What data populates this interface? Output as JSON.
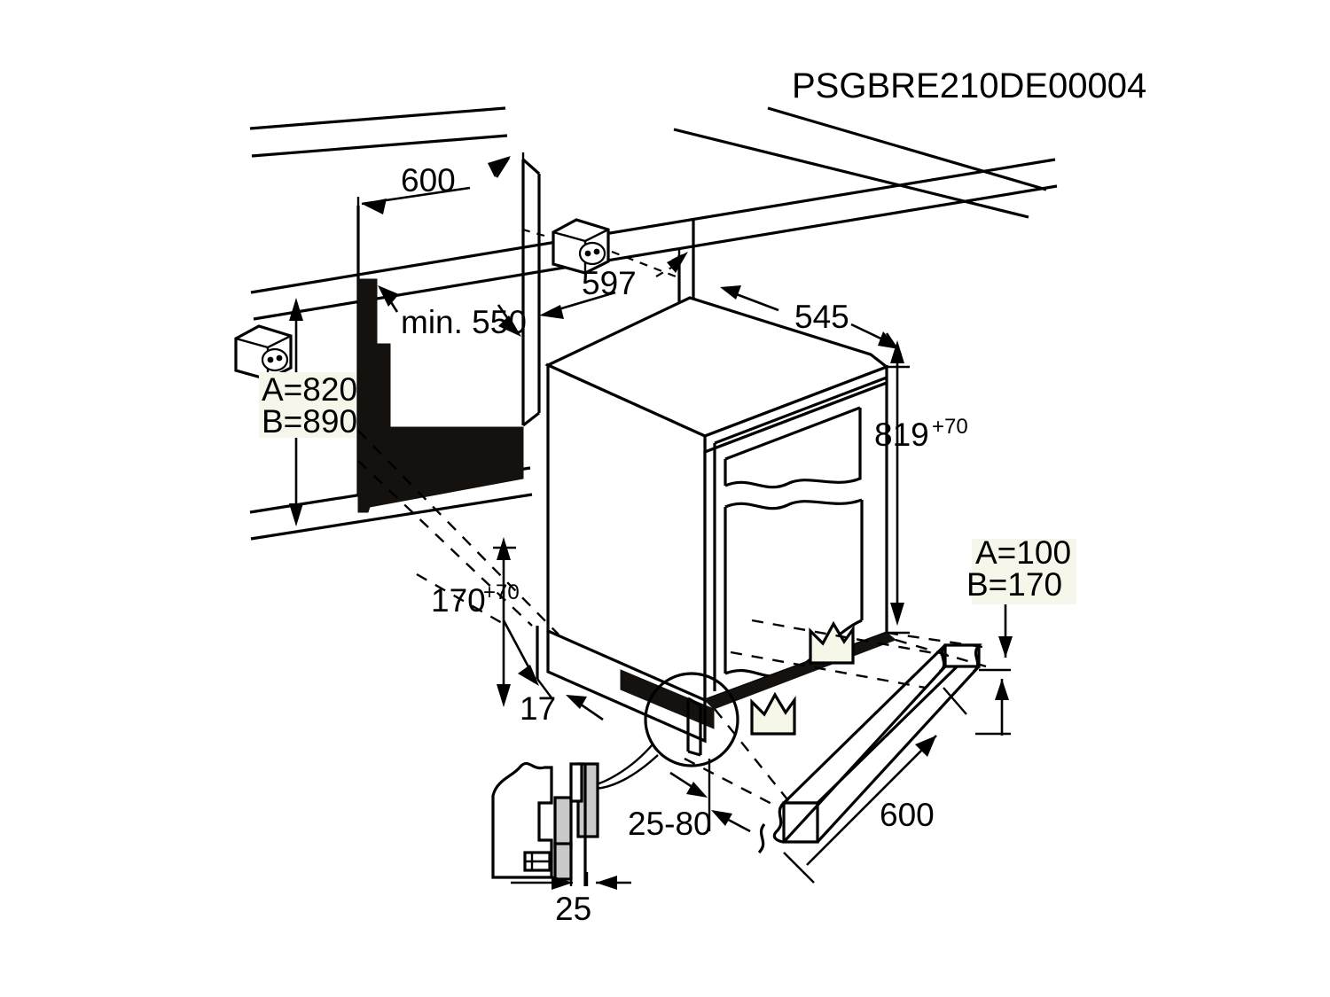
{
  "document": {
    "code": "PSGBRE210DE00004",
    "type": "appliance-installation-dimension-drawing",
    "units": "mm"
  },
  "dimensions": {
    "niche_width": "600",
    "niche_depth_min": "min. 550",
    "appliance_front_width": "597",
    "appliance_depth": "545",
    "niche_height_a": "A=820",
    "niche_height_b": "B=890",
    "appliance_height": "819",
    "appliance_height_tol": "+70",
    "plinth_recess": "170",
    "plinth_recess_tol": "+70",
    "toe_gap": "17",
    "plinth_height_a": "A=100",
    "plinth_height_b": "B=170",
    "panel_gap_range": "25-80",
    "panel_thickness": "25",
    "plinth_width": "600"
  },
  "icons": {
    "socket_upper": "power-socket-icon",
    "socket_left": "power-socket-icon",
    "airflow_lower": "airflow-arrow-icon",
    "airflow_upper": "airflow-arrow-icon",
    "detail_circle": "detail-callout-circle"
  },
  "colors": {
    "line": "#000000",
    "fill_white": "#ffffff",
    "fill_black": "#14110e",
    "fill_cream": "#f7f7e9",
    "fill_gray": "#c9c9c9",
    "highlight": "#f6f6ea"
  }
}
